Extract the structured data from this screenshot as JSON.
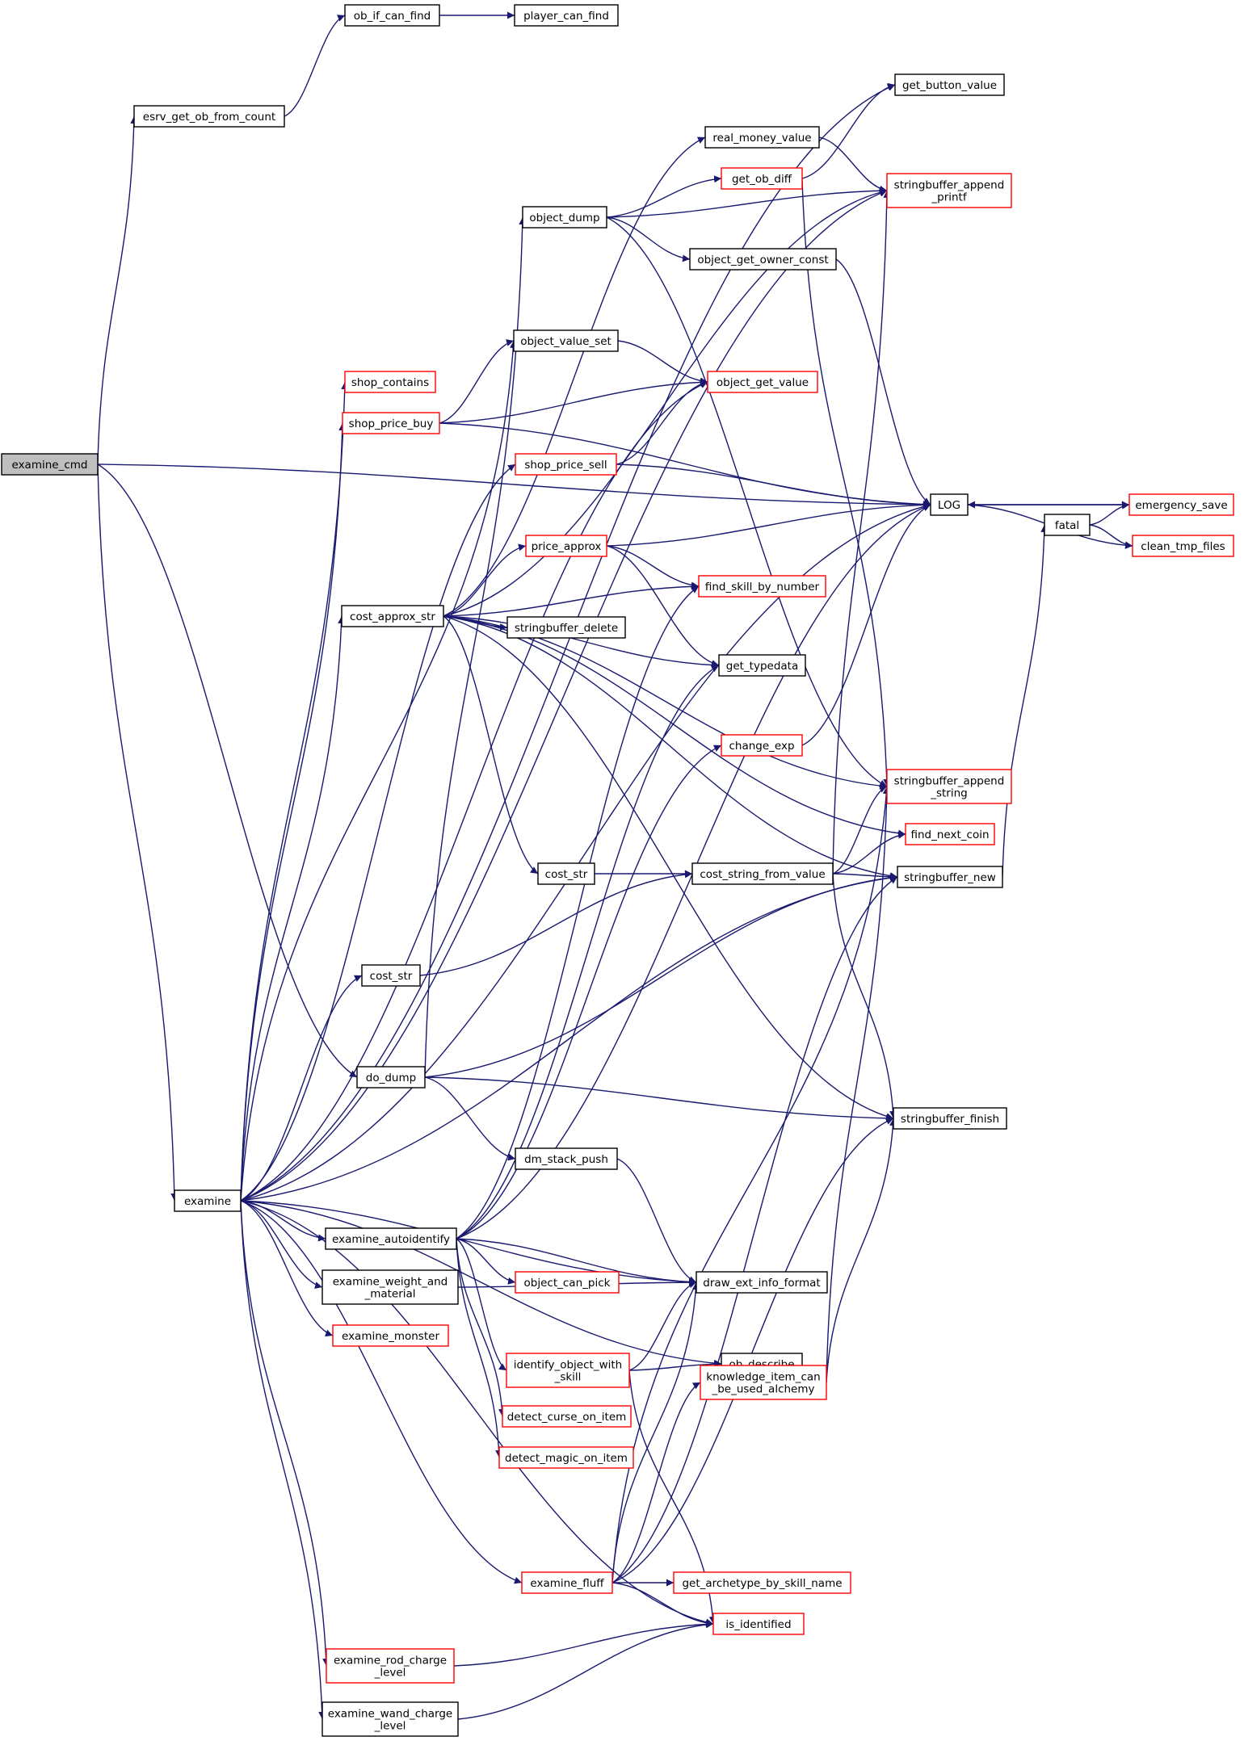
{
  "colors": {
    "edge": "#191970",
    "node_border_black": "#000000",
    "node_border_red": "#ff0000",
    "root_fill": "#bfbfbf"
  },
  "nodes": [
    {
      "id": "examine_cmd",
      "lines": [
        "examine_cmd"
      ],
      "border": "black",
      "root": true
    },
    {
      "id": "esrv_get_ob_from_count",
      "lines": [
        "esrv_get_ob_from_count"
      ],
      "border": "black"
    },
    {
      "id": "ob_if_can_find",
      "lines": [
        "ob_if_can_find"
      ],
      "border": "black"
    },
    {
      "id": "player_can_find",
      "lines": [
        "player_can_find"
      ],
      "border": "black"
    },
    {
      "id": "get_button_value",
      "lines": [
        "get_button_value"
      ],
      "border": "black"
    },
    {
      "id": "real_money_value",
      "lines": [
        "real_money_value"
      ],
      "border": "black"
    },
    {
      "id": "get_ob_diff",
      "lines": [
        "get_ob_diff"
      ],
      "border": "red"
    },
    {
      "id": "stringbuffer_append_printf",
      "lines": [
        "stringbuffer_append",
        "_printf"
      ],
      "border": "red"
    },
    {
      "id": "object_dump",
      "lines": [
        "object_dump"
      ],
      "border": "black"
    },
    {
      "id": "object_get_owner_const",
      "lines": [
        "object_get_owner_const"
      ],
      "border": "black"
    },
    {
      "id": "object_value_set",
      "lines": [
        "object_value_set"
      ],
      "border": "black"
    },
    {
      "id": "shop_contains",
      "lines": [
        "shop_contains"
      ],
      "border": "red"
    },
    {
      "id": "object_get_value",
      "lines": [
        "object_get_value"
      ],
      "border": "red"
    },
    {
      "id": "shop_price_buy",
      "lines": [
        "shop_price_buy"
      ],
      "border": "red"
    },
    {
      "id": "shop_price_sell",
      "lines": [
        "shop_price_sell"
      ],
      "border": "red"
    },
    {
      "id": "LOG",
      "lines": [
        "LOG"
      ],
      "border": "black"
    },
    {
      "id": "emergency_save",
      "lines": [
        "emergency_save"
      ],
      "border": "red"
    },
    {
      "id": "fatal",
      "lines": [
        "fatal"
      ],
      "border": "black"
    },
    {
      "id": "clean_tmp_files",
      "lines": [
        "clean_tmp_files"
      ],
      "border": "red"
    },
    {
      "id": "price_approx",
      "lines": [
        "price_approx"
      ],
      "border": "red"
    },
    {
      "id": "find_skill_by_number",
      "lines": [
        "find_skill_by_number"
      ],
      "border": "red"
    },
    {
      "id": "cost_approx_str",
      "lines": [
        "cost_approx_str"
      ],
      "border": "black"
    },
    {
      "id": "stringbuffer_delete",
      "lines": [
        "stringbuffer_delete"
      ],
      "border": "black"
    },
    {
      "id": "get_typedata",
      "lines": [
        "get_typedata"
      ],
      "border": "black"
    },
    {
      "id": "change_exp",
      "lines": [
        "change_exp"
      ],
      "border": "red"
    },
    {
      "id": "stringbuffer_append_string",
      "lines": [
        "stringbuffer_append",
        "_string"
      ],
      "border": "red"
    },
    {
      "id": "find_next_coin",
      "lines": [
        "find_next_coin"
      ],
      "border": "red"
    },
    {
      "id": "cost_str_a",
      "lines": [
        "cost_str"
      ],
      "border": "black"
    },
    {
      "id": "cost_string_from_value",
      "lines": [
        "cost_string_from_value"
      ],
      "border": "black"
    },
    {
      "id": "stringbuffer_new",
      "lines": [
        "stringbuffer_new"
      ],
      "border": "black"
    },
    {
      "id": "cost_str_b",
      "lines": [
        "cost_str"
      ],
      "border": "black"
    },
    {
      "id": "do_dump",
      "lines": [
        "do_dump"
      ],
      "border": "black"
    },
    {
      "id": "stringbuffer_finish",
      "lines": [
        "stringbuffer_finish"
      ],
      "border": "black"
    },
    {
      "id": "dm_stack_push",
      "lines": [
        "dm_stack_push"
      ],
      "border": "black"
    },
    {
      "id": "examine",
      "lines": [
        "examine"
      ],
      "border": "black"
    },
    {
      "id": "examine_autoidentify",
      "lines": [
        "examine_autoidentify"
      ],
      "border": "black"
    },
    {
      "id": "examine_weight_and_material",
      "lines": [
        "examine_weight_and",
        "_material"
      ],
      "border": "black"
    },
    {
      "id": "object_can_pick",
      "lines": [
        "object_can_pick"
      ],
      "border": "red"
    },
    {
      "id": "draw_ext_info_format",
      "lines": [
        "draw_ext_info_format"
      ],
      "border": "black"
    },
    {
      "id": "examine_monster",
      "lines": [
        "examine_monster"
      ],
      "border": "red"
    },
    {
      "id": "identify_object_with_skill",
      "lines": [
        "identify_object_with",
        "_skill"
      ],
      "border": "red"
    },
    {
      "id": "ob_describe",
      "lines": [
        "ob_describe"
      ],
      "border": "black"
    },
    {
      "id": "detect_curse_on_item",
      "lines": [
        "detect_curse_on_item"
      ],
      "border": "red"
    },
    {
      "id": "knowledge_item_can_be_used_alchemy",
      "lines": [
        "knowledge_item_can",
        "_be_used_alchemy"
      ],
      "border": "red"
    },
    {
      "id": "detect_magic_on_item",
      "lines": [
        "detect_magic_on_item"
      ],
      "border": "red"
    },
    {
      "id": "examine_fluff",
      "lines": [
        "examine_fluff"
      ],
      "border": "red"
    },
    {
      "id": "get_archetype_by_skill_name",
      "lines": [
        "get_archetype_by_skill_name"
      ],
      "border": "red"
    },
    {
      "id": "is_identified",
      "lines": [
        "is_identified"
      ],
      "border": "red"
    },
    {
      "id": "examine_rod_charge_level",
      "lines": [
        "examine_rod_charge",
        "_level"
      ],
      "border": "red"
    },
    {
      "id": "examine_wand_charge_level",
      "lines": [
        "examine_wand_charge",
        "_level"
      ],
      "border": "black"
    }
  ],
  "edges": [
    [
      "examine_cmd",
      "esrv_get_ob_from_count"
    ],
    [
      "examine_cmd",
      "LOG"
    ],
    [
      "examine_cmd",
      "do_dump"
    ],
    [
      "examine_cmd",
      "examine"
    ],
    [
      "esrv_get_ob_from_count",
      "ob_if_can_find"
    ],
    [
      "ob_if_can_find",
      "player_can_find"
    ],
    [
      "get_ob_diff",
      "get_button_value"
    ],
    [
      "get_ob_diff",
      "stringbuffer_append_string"
    ],
    [
      "real_money_value",
      "stringbuffer_append_printf"
    ],
    [
      "object_dump",
      "get_ob_diff"
    ],
    [
      "object_dump",
      "stringbuffer_append_printf"
    ],
    [
      "object_dump",
      "object_get_owner_const"
    ],
    [
      "object_dump",
      "stringbuffer_append_string"
    ],
    [
      "object_get_owner_const",
      "LOG"
    ],
    [
      "object_value_set",
      "object_get_value"
    ],
    [
      "shop_price_buy",
      "object_value_set"
    ],
    [
      "shop_price_buy",
      "object_get_value"
    ],
    [
      "shop_price_buy",
      "LOG"
    ],
    [
      "shop_price_sell",
      "object_get_value"
    ],
    [
      "shop_price_sell",
      "LOG"
    ],
    [
      "LOG",
      "emergency_save"
    ],
    [
      "LOG",
      "clean_tmp_files"
    ],
    [
      "emergency_save",
      "LOG"
    ],
    [
      "fatal",
      "emergency_save"
    ],
    [
      "fatal",
      "clean_tmp_files"
    ],
    [
      "price_approx",
      "LOG"
    ],
    [
      "price_approx",
      "find_skill_by_number"
    ],
    [
      "price_approx",
      "get_typedata"
    ],
    [
      "cost_approx_str",
      "price_approx"
    ],
    [
      "cost_approx_str",
      "find_skill_by_number"
    ],
    [
      "cost_approx_str",
      "stringbuffer_delete"
    ],
    [
      "cost_approx_str",
      "get_typedata"
    ],
    [
      "cost_approx_str",
      "stringbuffer_append_string"
    ],
    [
      "cost_approx_str",
      "find_next_coin"
    ],
    [
      "cost_approx_str",
      "cost_str_a"
    ],
    [
      "cost_approx_str",
      "stringbuffer_finish"
    ],
    [
      "cost_approx_str",
      "real_money_value"
    ],
    [
      "cost_approx_str",
      "stringbuffer_append_printf"
    ],
    [
      "cost_approx_str",
      "stringbuffer_new"
    ],
    [
      "change_exp",
      "LOG"
    ],
    [
      "cost_str_a",
      "cost_string_from_value"
    ],
    [
      "cost_string_from_value",
      "find_next_coin"
    ],
    [
      "cost_string_from_value",
      "stringbuffer_new"
    ],
    [
      "cost_string_from_value",
      "stringbuffer_append_string"
    ],
    [
      "cost_string_from_value",
      "stringbuffer_append_printf"
    ],
    [
      "cost_string_from_value",
      "stringbuffer_finish"
    ],
    [
      "stringbuffer_new",
      "fatal"
    ],
    [
      "cost_str_b",
      "cost_string_from_value"
    ],
    [
      "do_dump",
      "object_dump"
    ],
    [
      "do_dump",
      "stringbuffer_new"
    ],
    [
      "do_dump",
      "stringbuffer_finish"
    ],
    [
      "do_dump",
      "dm_stack_push"
    ],
    [
      "dm_stack_push",
      "draw_ext_info_format"
    ],
    [
      "examine",
      "get_button_value"
    ],
    [
      "examine",
      "stringbuffer_append_printf"
    ],
    [
      "examine",
      "object_value_set"
    ],
    [
      "examine",
      "object_get_value"
    ],
    [
      "examine",
      "shop_contains"
    ],
    [
      "examine",
      "shop_price_buy"
    ],
    [
      "examine",
      "shop_price_sell"
    ],
    [
      "examine",
      "LOG"
    ],
    [
      "examine",
      "cost_approx_str"
    ],
    [
      "examine",
      "cost_str_b"
    ],
    [
      "examine",
      "draw_ext_info_format"
    ],
    [
      "examine",
      "examine_autoidentify"
    ],
    [
      "examine",
      "examine_weight_and_material"
    ],
    [
      "examine",
      "examine_monster"
    ],
    [
      "examine",
      "examine_fluff"
    ],
    [
      "examine",
      "is_identified"
    ],
    [
      "examine",
      "examine_rod_charge_level"
    ],
    [
      "examine",
      "examine_wand_charge_level"
    ],
    [
      "examine",
      "ob_describe"
    ],
    [
      "examine",
      "stringbuffer_new"
    ],
    [
      "examine_autoidentify",
      "find_skill_by_number"
    ],
    [
      "examine_autoidentify",
      "get_typedata"
    ],
    [
      "examine_autoidentify",
      "change_exp"
    ],
    [
      "examine_autoidentify",
      "LOG"
    ],
    [
      "examine_autoidentify",
      "object_can_pick"
    ],
    [
      "examine_autoidentify",
      "draw_ext_info_format"
    ],
    [
      "examine_autoidentify",
      "identify_object_with_skill"
    ],
    [
      "examine_autoidentify",
      "detect_curse_on_item"
    ],
    [
      "examine_autoidentify",
      "detect_magic_on_item"
    ],
    [
      "examine_weight_and_material",
      "draw_ext_info_format"
    ],
    [
      "identify_object_with_skill",
      "draw_ext_info_format"
    ],
    [
      "identify_object_with_skill",
      "ob_describe"
    ],
    [
      "identify_object_with_skill",
      "is_identified"
    ],
    [
      "knowledge_item_can_be_used_alchemy",
      "stringbuffer_append_string"
    ],
    [
      "knowledge_item_can_be_used_alchemy",
      "stringbuffer_finish"
    ],
    [
      "examine_fluff",
      "draw_ext_info_format"
    ],
    [
      "examine_fluff",
      "knowledge_item_can_be_used_alchemy"
    ],
    [
      "examine_fluff",
      "get_archetype_by_skill_name"
    ],
    [
      "examine_fluff",
      "is_identified"
    ],
    [
      "examine_fluff",
      "stringbuffer_new"
    ],
    [
      "examine_fluff",
      "stringbuffer_append_string"
    ],
    [
      "examine_fluff",
      "stringbuffer_finish"
    ],
    [
      "examine_rod_charge_level",
      "is_identified"
    ],
    [
      "examine_wand_charge_level",
      "is_identified"
    ]
  ]
}
